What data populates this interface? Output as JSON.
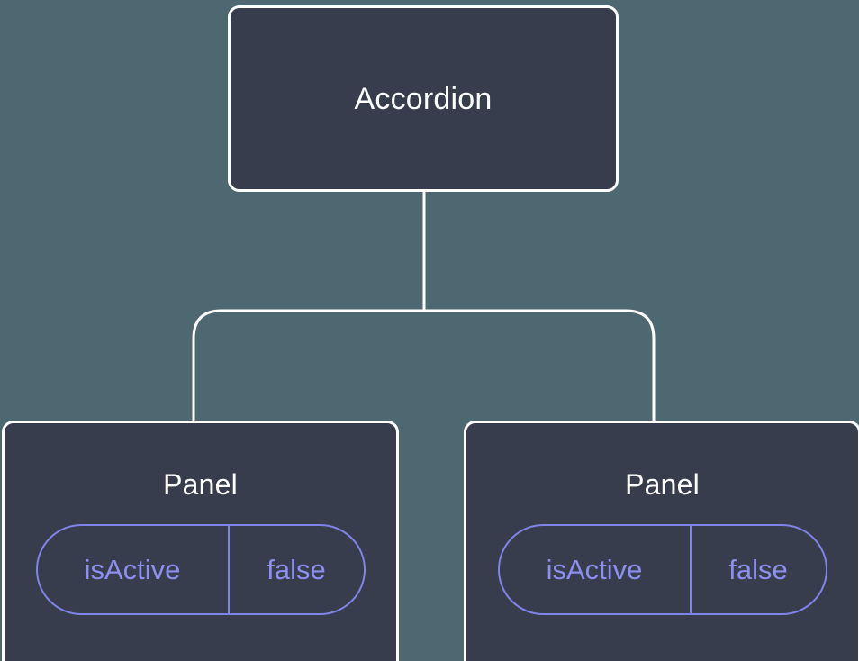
{
  "diagram": {
    "background_color": "#4e6872",
    "node_fill_color": "#373d4d",
    "node_border_color": "#ffffff",
    "edge_color": "#ffffff",
    "badge_color": "#7e84e8",
    "badge_text_color": "#8b90ee",
    "title_text_color": "#ffffff"
  },
  "root": {
    "label": "Accordion"
  },
  "children": [
    {
      "label": "Panel",
      "badge": {
        "key": "isActive",
        "value": "false"
      }
    },
    {
      "label": "Panel",
      "badge": {
        "key": "isActive",
        "value": "false"
      }
    }
  ]
}
